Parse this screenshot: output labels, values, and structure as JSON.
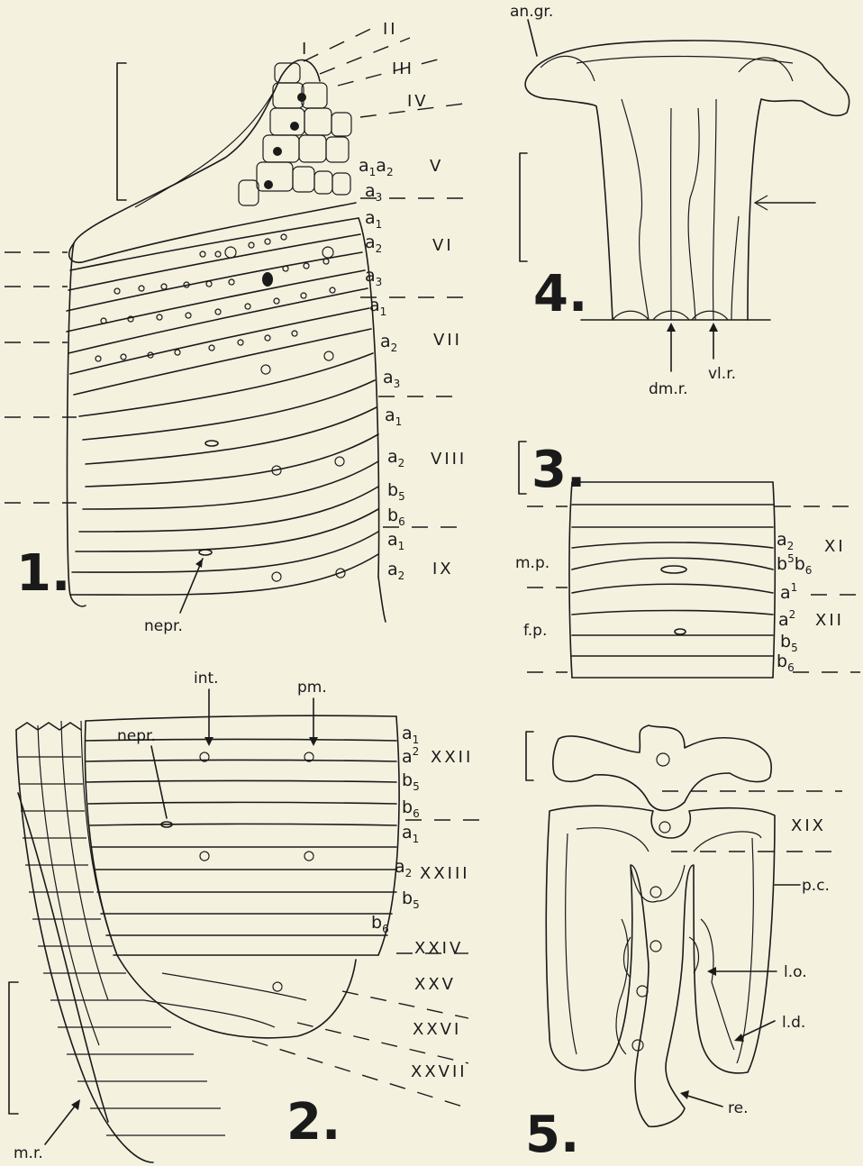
{
  "figures": {
    "fig1": {
      "number": "1.",
      "romans": [
        "I",
        "II",
        "III",
        "IV",
        "V",
        "VI",
        "VII",
        "VIII",
        "IX"
      ],
      "annulus_labels": [
        {
          "letter": "a",
          "index": "1"
        },
        {
          "letter": "a",
          "index": "2"
        },
        {
          "letter": "a",
          "index": "3"
        },
        {
          "letter": "a",
          "index": "1"
        },
        {
          "letter": "a",
          "index": "2"
        },
        {
          "letter": "a",
          "index": "3"
        },
        {
          "letter": "a",
          "index": "1"
        },
        {
          "letter": "a",
          "index": "2"
        },
        {
          "letter": "a",
          "index": "3"
        },
        {
          "letter": "a",
          "index": "1"
        },
        {
          "letter": "a",
          "index": "2"
        },
        {
          "letter": "b",
          "index": "5"
        },
        {
          "letter": "b",
          "index": "6"
        },
        {
          "letter": "a",
          "index": "1"
        },
        {
          "letter": "a",
          "index": "2"
        }
      ],
      "top_labels": {
        "a1a2_letter": "a",
        "a1_index": "1",
        "a2_index": "2"
      },
      "nepr": "nepr."
    },
    "fig2": {
      "number": "2.",
      "romans": [
        "XXII",
        "XXIII",
        "XXIV",
        "XXV",
        "XXVI",
        "XXVII"
      ],
      "annulus_labels": [
        {
          "letter": "a",
          "index": "1"
        },
        {
          "letter": "a",
          "index": "2"
        },
        {
          "letter": "b",
          "index": "5"
        },
        {
          "letter": "b",
          "index": "6"
        },
        {
          "letter": "a",
          "index": "1"
        },
        {
          "letter": "a",
          "index": "2"
        },
        {
          "letter": "b",
          "index": "5"
        },
        {
          "letter": "b",
          "index": "6"
        }
      ],
      "int": "int.",
      "pm": "pm.",
      "nepr": "nepr.",
      "mr": "m.r."
    },
    "fig3": {
      "number": "3.",
      "romans": [
        "XI",
        "XII"
      ],
      "annulus_labels": [
        {
          "letter": "a",
          "index": "2"
        },
        {
          "letter": "b",
          "index": "5"
        },
        {
          "letter": "b",
          "index": "6"
        },
        {
          "letter": "a",
          "index": "1"
        },
        {
          "letter": "a",
          "index": "2"
        },
        {
          "letter": "b",
          "index": "5"
        },
        {
          "letter": "b",
          "index": "6"
        }
      ],
      "mp": "m.p.",
      "fp": "f.p."
    },
    "fig4": {
      "number": "4.",
      "angr": "an.gr.",
      "dmr": "dm.r.",
      "vlr": "vl.r."
    },
    "fig5": {
      "number": "5.",
      "roman": "XIX",
      "pc": "p.c.",
      "lo": "l.o.",
      "ld": "l.d.",
      "re": "re."
    }
  },
  "colors": {
    "paper": "#f4f1df",
    "ink": "#1a1a1a"
  }
}
